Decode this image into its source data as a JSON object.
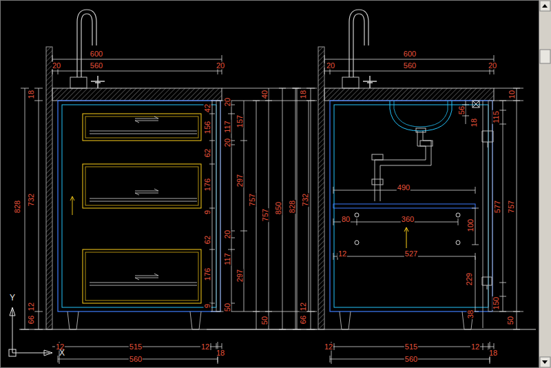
{
  "diagram": {
    "labels": [
      "600",
      "20",
      "560",
      "20",
      "18",
      "828",
      "732",
      "12",
      "66",
      "42",
      "156",
      "62",
      "176",
      "9",
      "62",
      "176",
      "9",
      "20",
      "117",
      "20",
      "157",
      "297",
      "20",
      "117",
      "297",
      "50",
      "40",
      "757",
      "757",
      "850",
      "50",
      "18",
      "828",
      "732",
      "12",
      "66",
      "600",
      "20",
      "560",
      "20",
      "10",
      "56",
      "18",
      "115",
      "490",
      "80",
      "360",
      "100",
      "12",
      "527",
      "577",
      "757",
      "229",
      "150",
      "38",
      "50",
      "12",
      "515",
      "12",
      "18",
      "560",
      "12",
      "515",
      "12",
      "18",
      "560",
      "Y",
      "X"
    ]
  }
}
